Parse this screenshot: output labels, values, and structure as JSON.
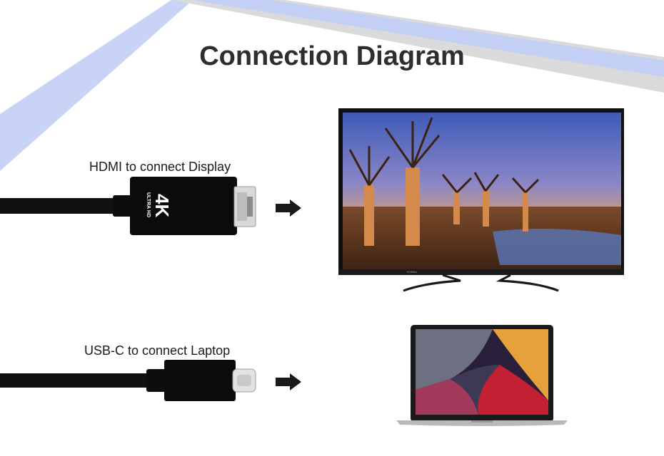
{
  "title": "Connection Diagram",
  "rows": [
    {
      "label": "HDMI to connect Display",
      "connector": {
        "badge_main": "4K",
        "badge_sub": "ULTRA HD"
      },
      "device": "tv",
      "tv_brand": "KONKA"
    },
    {
      "label": "USB-C to connect Laptop",
      "device": "laptop"
    }
  ],
  "colors": {
    "stripe_blue": "#c7d2f5",
    "stripe_gray": "#d8d8d8",
    "cable": "#111111",
    "title": "#2e2e2e"
  }
}
